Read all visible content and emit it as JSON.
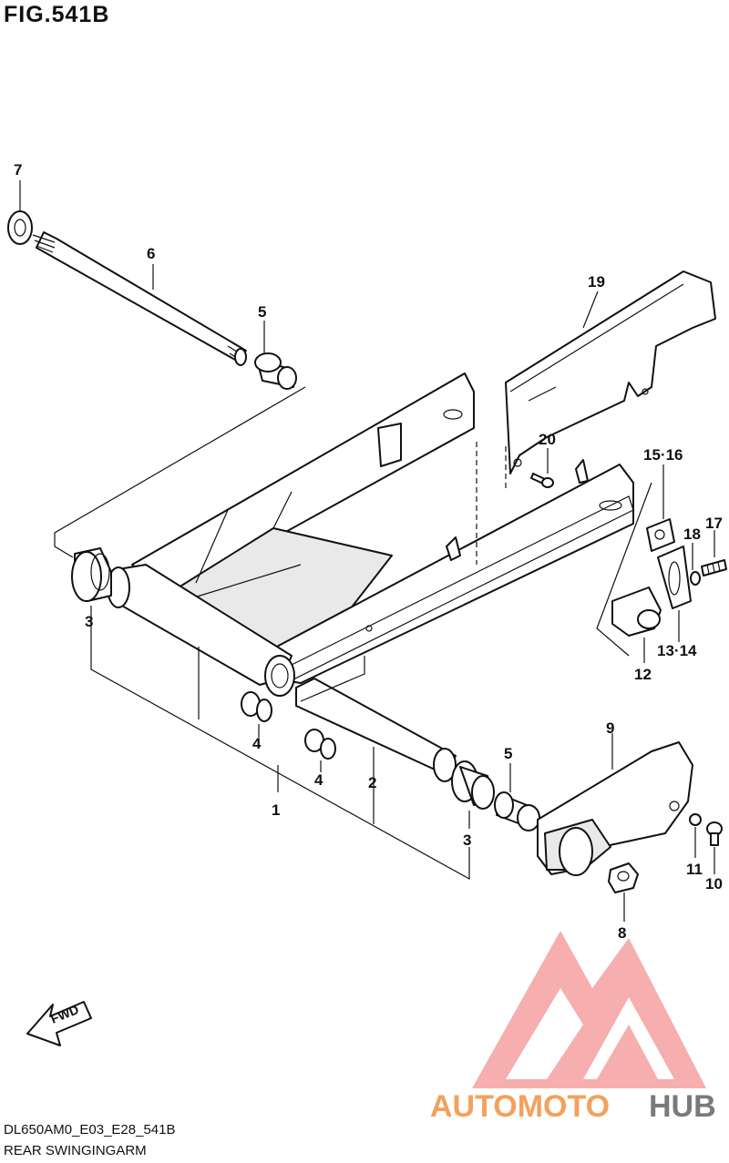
{
  "figure": {
    "title": "FIG.541B",
    "code": "DL650AM0_E03_E28_541B",
    "name": "REAR SWINGINGARM"
  },
  "direction_arrow": {
    "label": "FWD"
  },
  "watermark": {
    "brand_part1": "AUTOMOTO",
    "brand_part2": "HUB",
    "color_primary": "#f4a15b",
    "color_secondary": "#7a7a7a",
    "logo_color": "#f08c8c"
  },
  "callouts": [
    {
      "id": "c7",
      "label": "7"
    },
    {
      "id": "c6",
      "label": "6"
    },
    {
      "id": "c5a",
      "label": "5"
    },
    {
      "id": "c19",
      "label": "19"
    },
    {
      "id": "c20",
      "label": "20"
    },
    {
      "id": "c1516",
      "label": "15·16"
    },
    {
      "id": "c17",
      "label": "17"
    },
    {
      "id": "c18",
      "label": "18"
    },
    {
      "id": "c3a",
      "label": "3"
    },
    {
      "id": "c1314",
      "label": "13·14"
    },
    {
      "id": "c12",
      "label": "12"
    },
    {
      "id": "c4a",
      "label": "4"
    },
    {
      "id": "c4b",
      "label": "4"
    },
    {
      "id": "c2",
      "label": "2"
    },
    {
      "id": "c1",
      "label": "1"
    },
    {
      "id": "c9",
      "label": "9"
    },
    {
      "id": "c5b",
      "label": "5"
    },
    {
      "id": "c3b",
      "label": "3"
    },
    {
      "id": "c11",
      "label": "11"
    },
    {
      "id": "c10",
      "label": "10"
    },
    {
      "id": "c8",
      "label": "8"
    }
  ]
}
